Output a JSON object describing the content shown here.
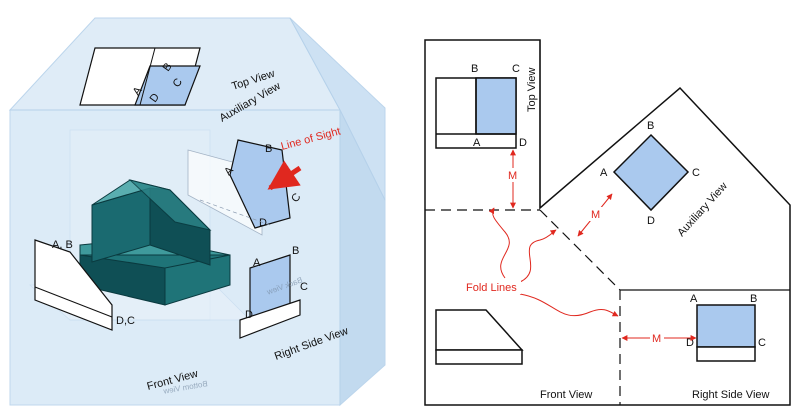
{
  "left_figure": {
    "top_view_label": "Top View",
    "auxiliary_view_label": "Auxiliary View",
    "line_of_sight_label": "Line of Sight",
    "right_side_view_label": "Right Side View",
    "front_view_label": "Front View",
    "top_view_points": {
      "a": "A",
      "b": "B",
      "c": "C",
      "d": "D"
    },
    "aux_points": {
      "b": "B",
      "a": "A",
      "c": "C",
      "d": "D"
    },
    "side_points": {
      "a": "A",
      "b": "B",
      "c": "C",
      "d": "D"
    },
    "front_points": {
      "ab": "A, B",
      "dc": "D,C"
    },
    "ghost_texts": {
      "back_view": "Back View",
      "bottom_view": "Bottom View"
    }
  },
  "right_figure": {
    "top_view_label": "Top View",
    "auxiliary_view_label": "Auxiliary View",
    "front_view_label": "Front View",
    "right_side_view_label": "Right Side View",
    "fold_lines_label": "Fold Lines",
    "dimension_label": "M",
    "top_points": {
      "b": "B",
      "c": "C",
      "a": "A",
      "d": "D"
    },
    "aux_points": {
      "b": "B",
      "a": "A",
      "c": "C",
      "d": "D"
    },
    "side_points": {
      "a": "A",
      "b": "B",
      "d": "D",
      "c": "C"
    }
  },
  "colors": {
    "glass_fill": "#cfe3f3",
    "glass_edge": "#9fc4e2",
    "object_dark": "#0f4f55",
    "object_mid": "#1f7478",
    "object_light": "#3f9a9c",
    "view_fill": "#aac9ee",
    "accent_red": "#e0281f"
  }
}
